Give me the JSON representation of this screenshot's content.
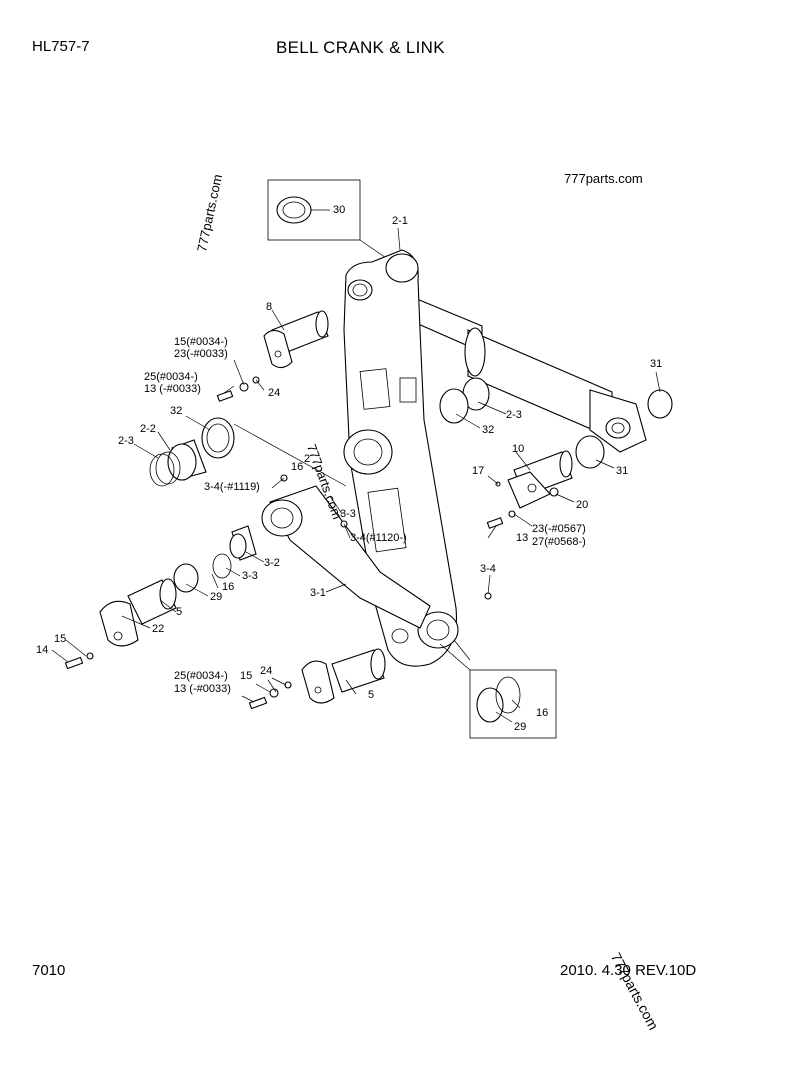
{
  "header": {
    "model": "HL757-7",
    "title": "BELL CRANK & LINK"
  },
  "footer": {
    "page": "7010",
    "revision": "2010. 4.30  REV.10D"
  },
  "watermarks": [
    "777parts.com",
    "777parts.com",
    "777parts.com",
    "777parts.com"
  ],
  "labels": {
    "p30": "30",
    "p2_1": "2-1",
    "p8": "8",
    "p15a": "15(#0034-)",
    "p23a": "23(-#0033)",
    "p25a": "25(#0034-)",
    "p13a": "13 (-#0033)",
    "p24a": "24",
    "p32a": "32",
    "p2_2": "2-2",
    "p2_3a": "2-3",
    "p3_4a": "3-4(-#1119)",
    "p16a": "16",
    "p2_": "2",
    "p3_3a": "3-3",
    "p3_4b": "3-4(#1120-)",
    "p3_2": "3-2",
    "p3_3b": "3-3",
    "p16b": "16",
    "p29a": "29",
    "p5a": "5",
    "p22": "22",
    "p15b": "15",
    "p14": "14",
    "p3_1": "3-1",
    "p2_3b": "2-3",
    "p32b": "32",
    "p31a": "31",
    "p31b": "31",
    "p10": "10",
    "p17": "17",
    "p20": "20",
    "p23b": "23(-#0567)",
    "p27": "27(#0568-)",
    "p13b": "13",
    "p3_4c": "3-4",
    "p25b": "25(#0034-)",
    "p13c": "13 (-#0033)",
    "p24b": "24",
    "p15c": "15",
    "p5b": "5",
    "p16c": "16",
    "p29b": "29"
  }
}
